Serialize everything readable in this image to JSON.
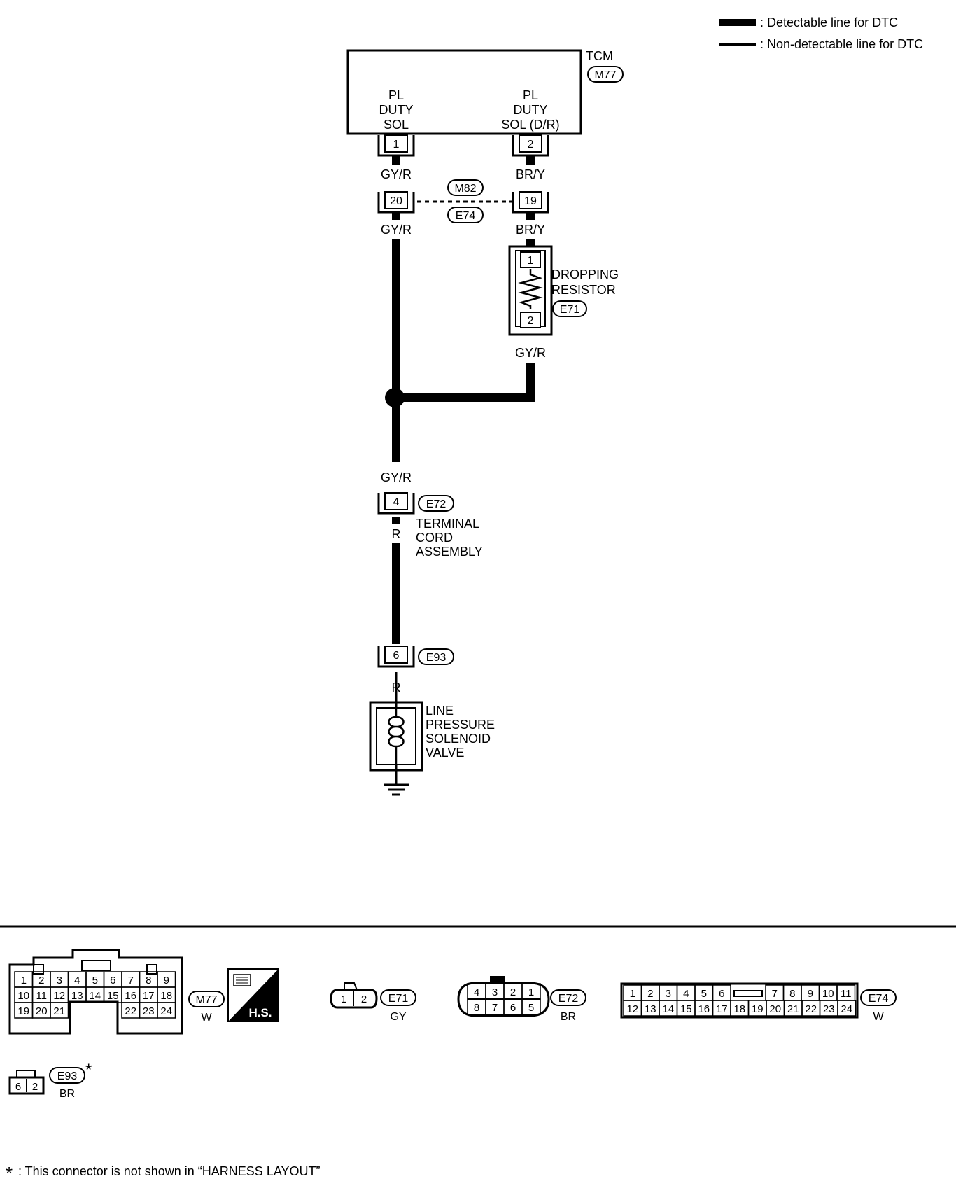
{
  "legend": {
    "detectable": ": Detectable line for DTC",
    "non_detectable": ": Non-detectable line for DTC"
  },
  "tcm": {
    "title": "TCM",
    "connector": "M77",
    "terminal_1": {
      "pin": "1",
      "lines": [
        "PL",
        "DUTY",
        "SOL"
      ]
    },
    "terminal_2": {
      "pin": "2",
      "lines": [
        "PL",
        "DUTY",
        "SOL (D/R)"
      ]
    }
  },
  "wires": {
    "gyr_top": "GY/R",
    "bry_top": "BR/Y",
    "gyr_mid": "GY/R",
    "bry_mid": "BR/Y",
    "gyr_resistor": "GY/R",
    "gyr_lower": "GY/R",
    "r_upper": "R",
    "r_lower": "R"
  },
  "joint_connector": {
    "pin_left": "20",
    "pin_right": "19",
    "id_top": "M82",
    "id_bottom": "E74"
  },
  "dropping_resistor": {
    "pin_top": "1",
    "pin_bottom": "2",
    "label_lines": [
      "DROPPING",
      "RESISTOR"
    ],
    "connector": "E71"
  },
  "terminal_cord": {
    "pin": "4",
    "connector": "E72",
    "label_lines": [
      "TERMINAL",
      "CORD",
      "ASSEMBLY"
    ]
  },
  "solenoid_connector": {
    "pin": "6",
    "connector": "E93"
  },
  "solenoid": {
    "label_lines": [
      "LINE",
      "PRESSURE",
      "SOLENOID",
      "VALVE"
    ]
  },
  "connector_views": {
    "m77": {
      "id": "M77",
      "color": "W",
      "hs": "H.S.",
      "row1": [
        "1",
        "2",
        "3",
        "4",
        "5",
        "6",
        "7",
        "8",
        "9"
      ],
      "row2": [
        "10",
        "11",
        "12",
        "13",
        "14",
        "15",
        "16",
        "17",
        "18"
      ],
      "row3_left": [
        "19",
        "20",
        "21"
      ],
      "row3_right": [
        "22",
        "23",
        "24"
      ]
    },
    "e71": {
      "id": "E71",
      "color": "GY",
      "pins": [
        "1",
        "2"
      ]
    },
    "e72": {
      "id": "E72",
      "color": "BR",
      "top": [
        "4",
        "3",
        "2",
        "1"
      ],
      "bottom": [
        "8",
        "7",
        "6",
        "5"
      ]
    },
    "e74": {
      "id": "E74",
      "color": "W",
      "top_left": [
        "1",
        "2",
        "3",
        "4",
        "5",
        "6"
      ],
      "top_right": [
        "7",
        "8",
        "9",
        "10",
        "11"
      ],
      "bottom": [
        "12",
        "13",
        "14",
        "15",
        "16",
        "17",
        "18",
        "19",
        "20",
        "21",
        "22",
        "23",
        "24"
      ]
    },
    "e93": {
      "id": "E93",
      "star": "*",
      "color": "BR",
      "pins": [
        "6",
        "2"
      ]
    }
  },
  "footnote": {
    "star": "*",
    "text": ": This connector is not shown in “HARNESS LAYOUT”"
  }
}
